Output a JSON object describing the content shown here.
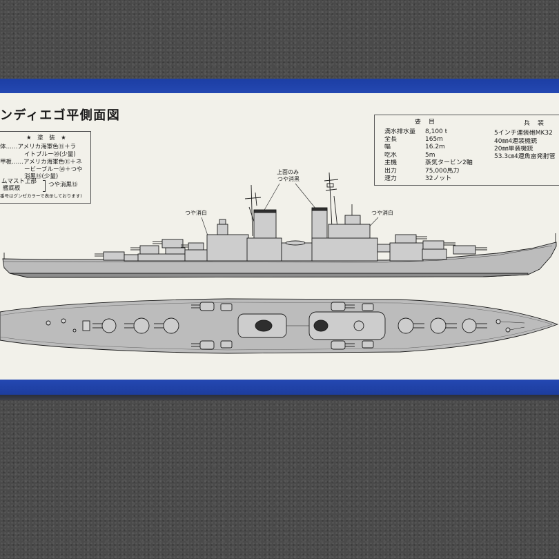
{
  "colors": {
    "band": "#2448b2",
    "panel": "#f2f1ea",
    "carpet": "#4a4a4a",
    "hull": "#bcbcbc",
    "ink": "#1b1b1b"
  },
  "title": "ンディエゴ平側面図",
  "painting": {
    "heading": "★　塗　装　★",
    "hull": "体……アメリカ海軍色⑪＋ラ",
    "hull_cont": "イトブルー⑳(少量)",
    "deck": "甲板……アメリカ海軍色⑪＋ネ",
    "deck_cont1": "ービーブルー⑭＋つや",
    "deck_cont2": "消黒⑬(少量)",
    "mast_top": "ムマスト上部",
    "bottom": "艦底板",
    "flat_black": "つや消黒⑬",
    "note": "番号はグンゼカラーで表示しております)"
  },
  "annotations": {
    "top_only": "上面のみ",
    "flat_black": "つや消黒",
    "flat_white_left": "つや消白",
    "flat_white_right": "つや消白"
  },
  "specs": {
    "heading": "要　目",
    "rows": [
      {
        "label": "満水排水量",
        "value": "8,100 t"
      },
      {
        "label": "全長",
        "value": "165m"
      },
      {
        "label": "幅",
        "value": "16.2m"
      },
      {
        "label": "吃水",
        "value": "5m"
      },
      {
        "label": "主機",
        "value": "蒸気タービン2軸"
      },
      {
        "label": "出力",
        "value": "75,000馬力"
      },
      {
        "label": "速力",
        "value": "32ノット"
      }
    ]
  },
  "armament": {
    "heading": "兵　装",
    "items": [
      "5インチ連装砲MK32",
      "40㎜4連装機銃",
      "20㎜単装機銃",
      "53.3㎝4連魚雷発射管"
    ]
  }
}
